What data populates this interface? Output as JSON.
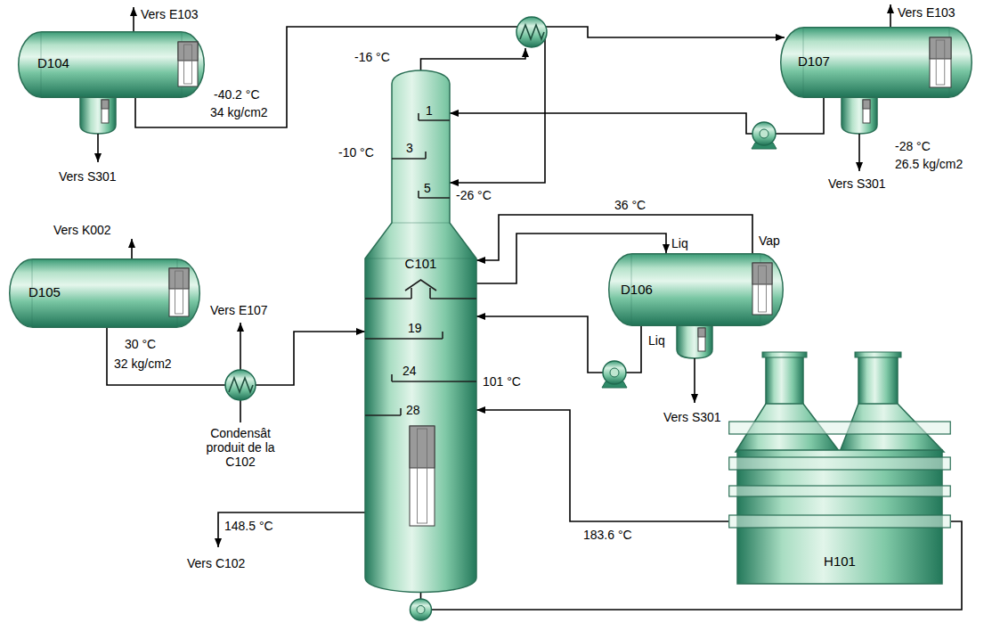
{
  "diagram": {
    "nodes": [
      {
        "text": [
          "D104"
        ]
      },
      {
        "text": [
          "D107"
        ]
      },
      {
        "text": [
          "D105"
        ]
      },
      {
        "text": [
          "C101"
        ]
      },
      {
        "text": [
          "D106"
        ]
      },
      {
        "text": [
          "H101"
        ]
      }
    ],
    "edges": [
      {
        "from": 0,
        "to": 1,
        "arrow": "to"
      },
      {
        "from": 1,
        "to": 3,
        "arrow": "to"
      },
      {
        "from": 2,
        "to": 3,
        "arrow": "to"
      },
      {
        "from": 3,
        "to": 4,
        "arrow": "to"
      },
      {
        "from": 4,
        "to": 3,
        "arrow": "to"
      },
      {
        "from": 4,
        "to": 3,
        "arrow": "to"
      },
      {
        "from": 3,
        "to": 5,
        "arrow": "none"
      },
      {
        "from": 5,
        "to": 3,
        "arrow": "to"
      }
    ],
    "labels": [
      "Vers E103",
      "-40.2 °C",
      "34 kg/cm2",
      "Vers S301",
      "-16 °C",
      "1",
      "-10 °C",
      "3",
      "-26 °C",
      "5",
      "Vers E103",
      "-28 °C",
      "26.5 kg/cm2",
      "Vers S301",
      "Vers K002",
      "36 °C",
      "Liq",
      "Vap",
      "Vers E107",
      "30 °C",
      "32 kg/cm2",
      "19",
      "Liq",
      "24",
      "101 °C",
      "28",
      "Vers S301",
      "Condensât produit de la C102",
      "148.5 °C",
      "183.6 °C",
      "Vers C102"
    ]
  }
}
